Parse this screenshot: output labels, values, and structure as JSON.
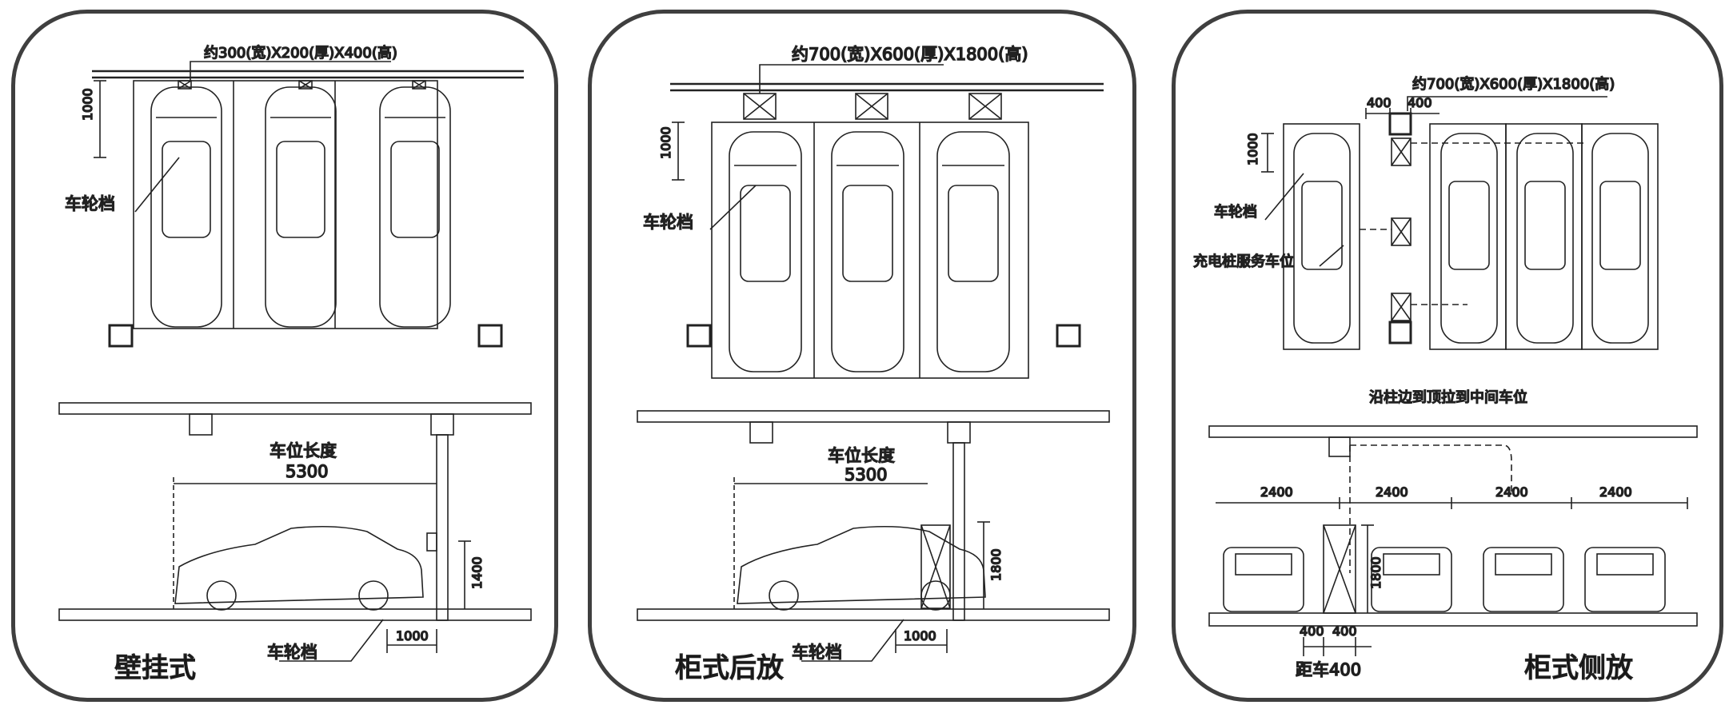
{
  "panels": [
    {
      "title": "壁挂式",
      "box_note": "约300(宽)X200(厚)X400(高)",
      "dim_depth": "1000",
      "wheel_stop_top": "车轮档",
      "space_length_label": "车位长度",
      "space_length_value": "5300",
      "height_dim": "1400",
      "bottom_dim": "1000",
      "wheel_stop_bottom": "车轮档"
    },
    {
      "title": "柜式后放",
      "box_note": "约700(宽)X600(厚)X1800(高)",
      "dim_depth": "1000",
      "wheel_stop_top": "车轮档",
      "space_length_label": "车位长度",
      "space_length_value": "5300",
      "height_dim": "1800",
      "bottom_dim": "1000",
      "wheel_stop_bottom": "车轮档"
    },
    {
      "title": "柜式侧放",
      "box_note": "约700(宽)X600(厚)X1800(高)",
      "dim_left": "400",
      "dim_right": "400",
      "dim_depth": "1000",
      "wheel_stop_top": "车轮档",
      "charger_label": "充电桩服务车位",
      "pull_note": "沿柱边到顶拉到中间车位",
      "width_dims": [
        "2400",
        "2400",
        "2400",
        "2400"
      ],
      "height_dim": "1800",
      "bottom_dim_left": "400",
      "bottom_dim_right": "400",
      "gap_label": "距车400"
    }
  ]
}
